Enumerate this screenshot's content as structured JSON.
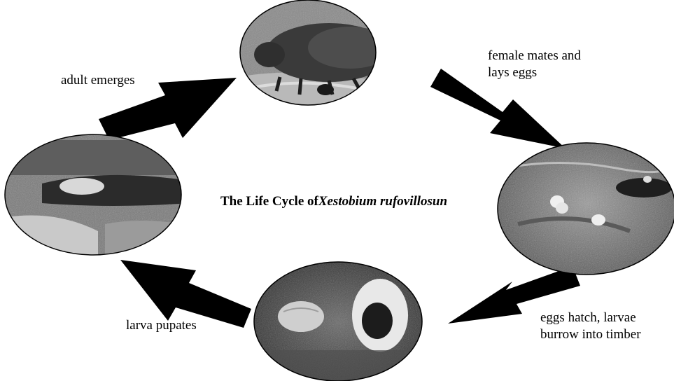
{
  "title": {
    "prefix": "The Life Cycle of",
    "species": "Xestobium rufovillosun"
  },
  "stages": [
    {
      "name": "adult beetle"
    },
    {
      "name": "eggs"
    },
    {
      "name": "larva"
    },
    {
      "name": "pupa"
    }
  ],
  "labels": {
    "adult_emerges": "adult emerges",
    "female_mates_line1": "female mates and",
    "female_mates_line2": "lays eggs",
    "eggs_hatch_line1": "eggs hatch, larvae",
    "eggs_hatch_line2": "burrow into timber",
    "larva_pupates": "larva pupates"
  }
}
